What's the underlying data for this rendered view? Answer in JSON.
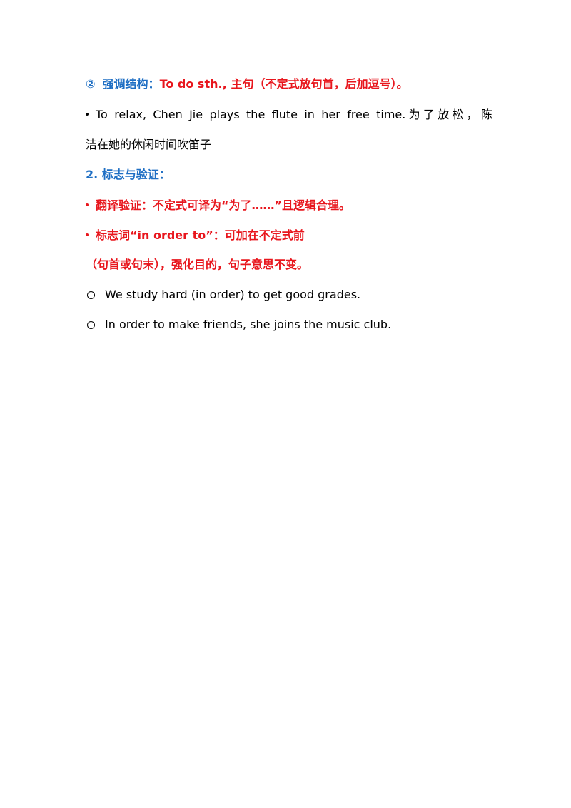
{
  "section_2": {
    "number": "②",
    "label": "强调结构：",
    "structure": "To do sth.,",
    "rule": "主句（不定式放句首，后加逗号）。"
  },
  "example_1": {
    "english": "To relax, Chen Jie plays the flute in her free time.",
    "chinese_part1": "为了放松，陈",
    "chinese_part2": "洁在她的休闲时间吹笛子"
  },
  "heading_2": {
    "text": "2.  标志与验证："
  },
  "bullet_translation": {
    "text": "翻译验证：不定式可译为“为了……”且逻辑合理。"
  },
  "bullet_marker": {
    "line1": "标志词“in  order  to”：可加在不定式前",
    "line2": "（句首或句末），强化目的，句子意思不变。"
  },
  "examples": [
    {
      "text": "We  study  hard  (in  order)  to  get  good  grades."
    },
    {
      "text": "In  order  to  make  friends,  she  joins  the  music  club."
    }
  ]
}
